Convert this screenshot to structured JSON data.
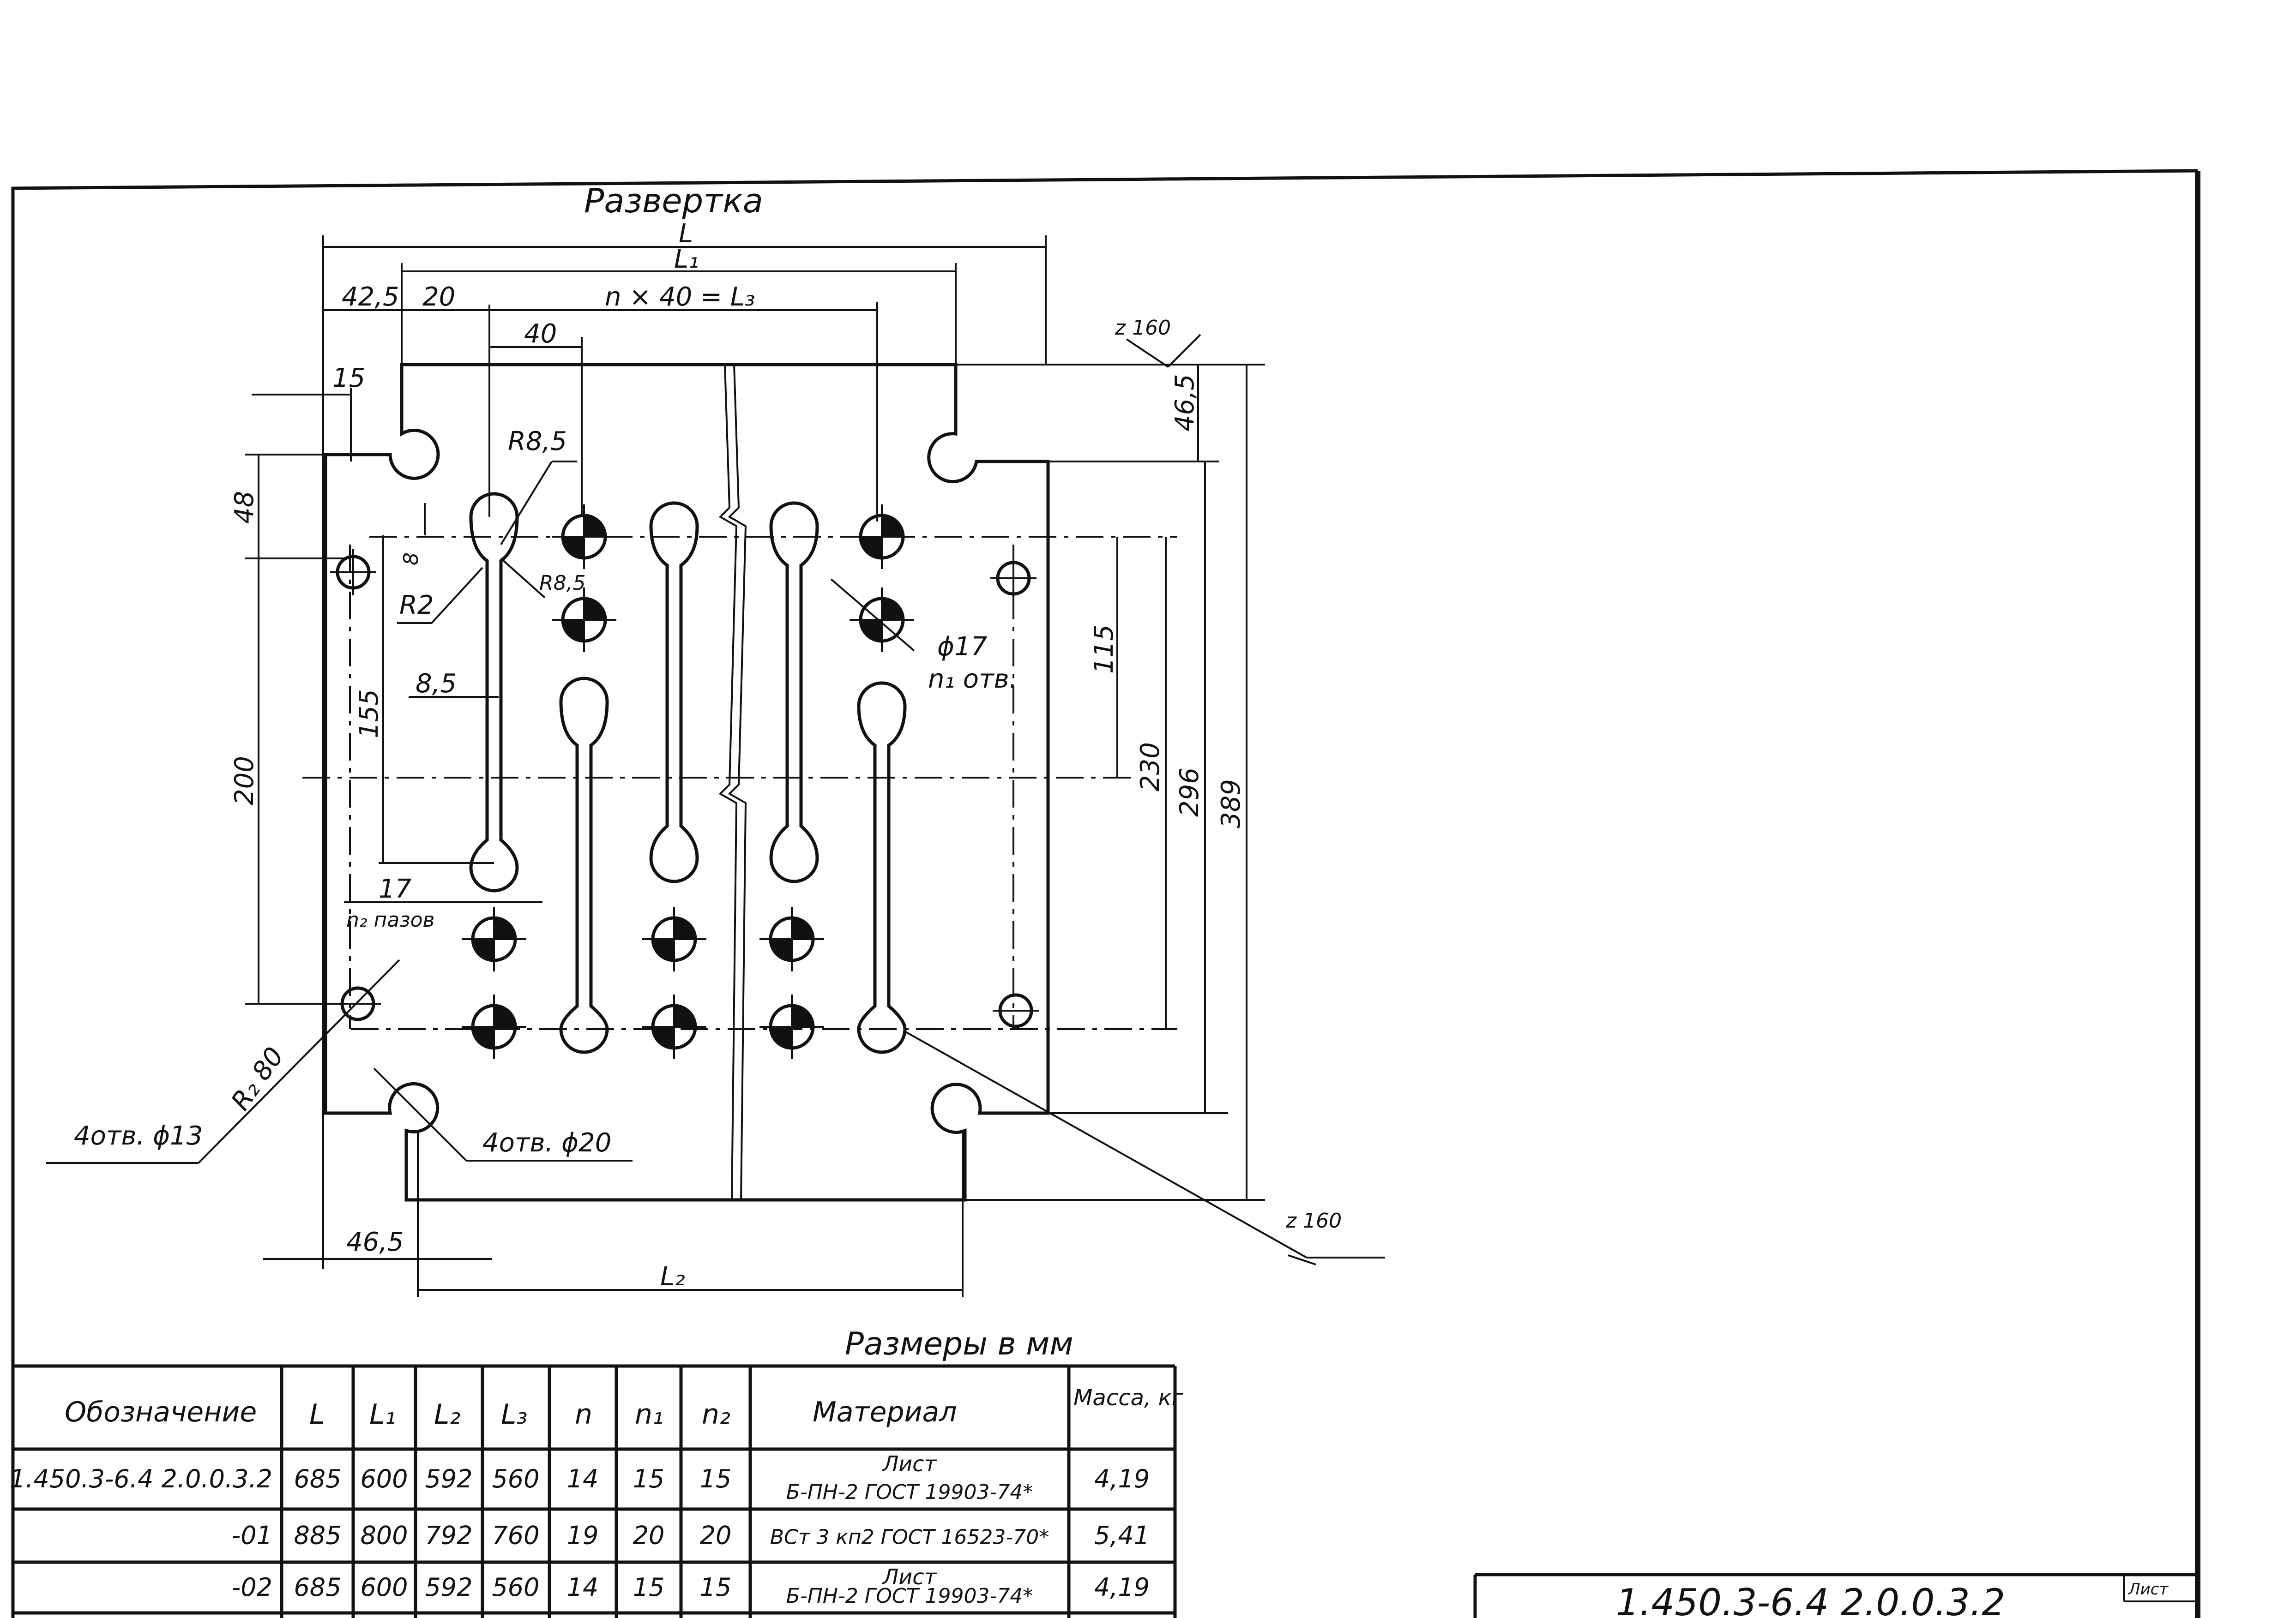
{
  "drawing": {
    "view_title": "Развертка",
    "units_note": "Размеры в мм",
    "dimensions": {
      "overall": "L",
      "inner": "L₁",
      "pitch_row": "n × 40 = L₃",
      "lower": "L₂",
      "d42_5": "42,5",
      "d20": "20",
      "d40": "40",
      "d15": "15",
      "d46_5_right": "46,5",
      "d46_5_bottom": "46,5",
      "d48": "48",
      "d8": "8",
      "d200": "200",
      "d155": "155",
      "d115": "115",
      "d230": "230",
      "d296": "296",
      "d389": "389",
      "d8_5": "8,5",
      "r8_5_top": "R8,5",
      "r8_5_side": "R8,5",
      "r2": "R2",
      "r2_80": "R₂ 80",
      "slot_width": "17",
      "slot_count": "n₂ пазов",
      "hole17_dia": "ϕ17",
      "hole17_count": "n₁ отв.",
      "holes13": "4отв. ϕ13",
      "holes20": "4отв. ϕ20",
      "rough_top": "z 160",
      "rough_bottom": "z 160"
    }
  },
  "table": {
    "headers": {
      "designation": "Обозначение",
      "L": "L",
      "L1": "L₁",
      "L2": "L₂",
      "L3": "L₃",
      "n": "n",
      "n1": "n₁",
      "n2": "n₂",
      "material": "Материал",
      "mass": "Масса, кг"
    },
    "rows": [
      {
        "designation": "1.450.3-6.4 2.0.0.3.2",
        "L": "685",
        "L1": "600",
        "L2": "592",
        "L3": "560",
        "n": "14",
        "n1": "15",
        "n2": "15",
        "material_top": "Лист",
        "material_bottom": "Б-ПН-2 ГОСТ 19903-74*",
        "mass": "4,19"
      },
      {
        "designation": "-01",
        "L": "885",
        "L1": "800",
        "L2": "792",
        "L3": "760",
        "n": "19",
        "n1": "20",
        "n2": "20",
        "material_top": "",
        "material_bottom": "ВСт 3 кп2 ГОСТ 16523-70*",
        "mass": "5,41"
      },
      {
        "designation": "-02",
        "L": "685",
        "L1": "600",
        "L2": "592",
        "L3": "560",
        "n": "14",
        "n1": "15",
        "n2": "15",
        "material_top": "Лист",
        "material_bottom": "Б-ПН-2 ГОСТ 19903-74*",
        "mass": "4,19"
      }
    ]
  },
  "title_block": {
    "code": "1.450.3-6.4 2.0.0.3.2",
    "sheet_label": "Лист"
  }
}
